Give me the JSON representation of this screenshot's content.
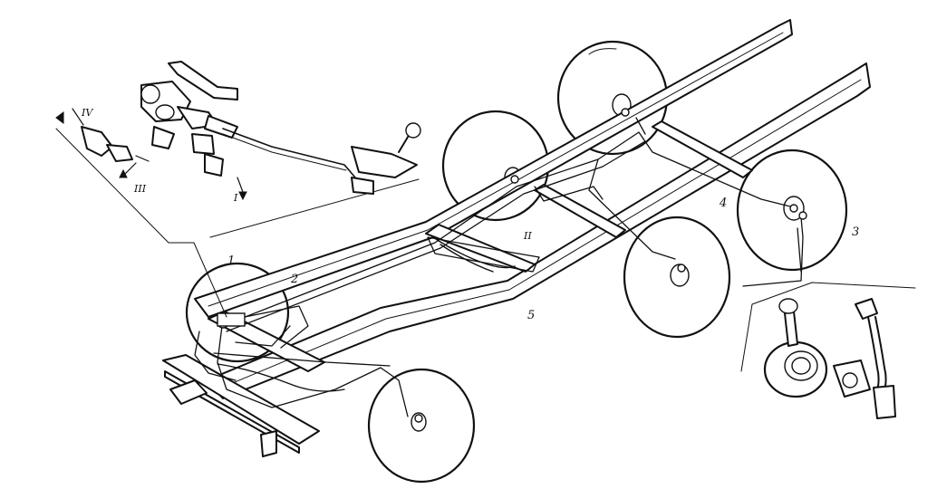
{
  "labels": {
    "l1": "1",
    "l2": "2",
    "l3": "3",
    "l4": "4",
    "l5": "5",
    "lI": "I",
    "lII": "II",
    "lIII": "III",
    "lIV": "IV"
  },
  "colors": {
    "ink": "#111111",
    "background": "#ffffff"
  }
}
